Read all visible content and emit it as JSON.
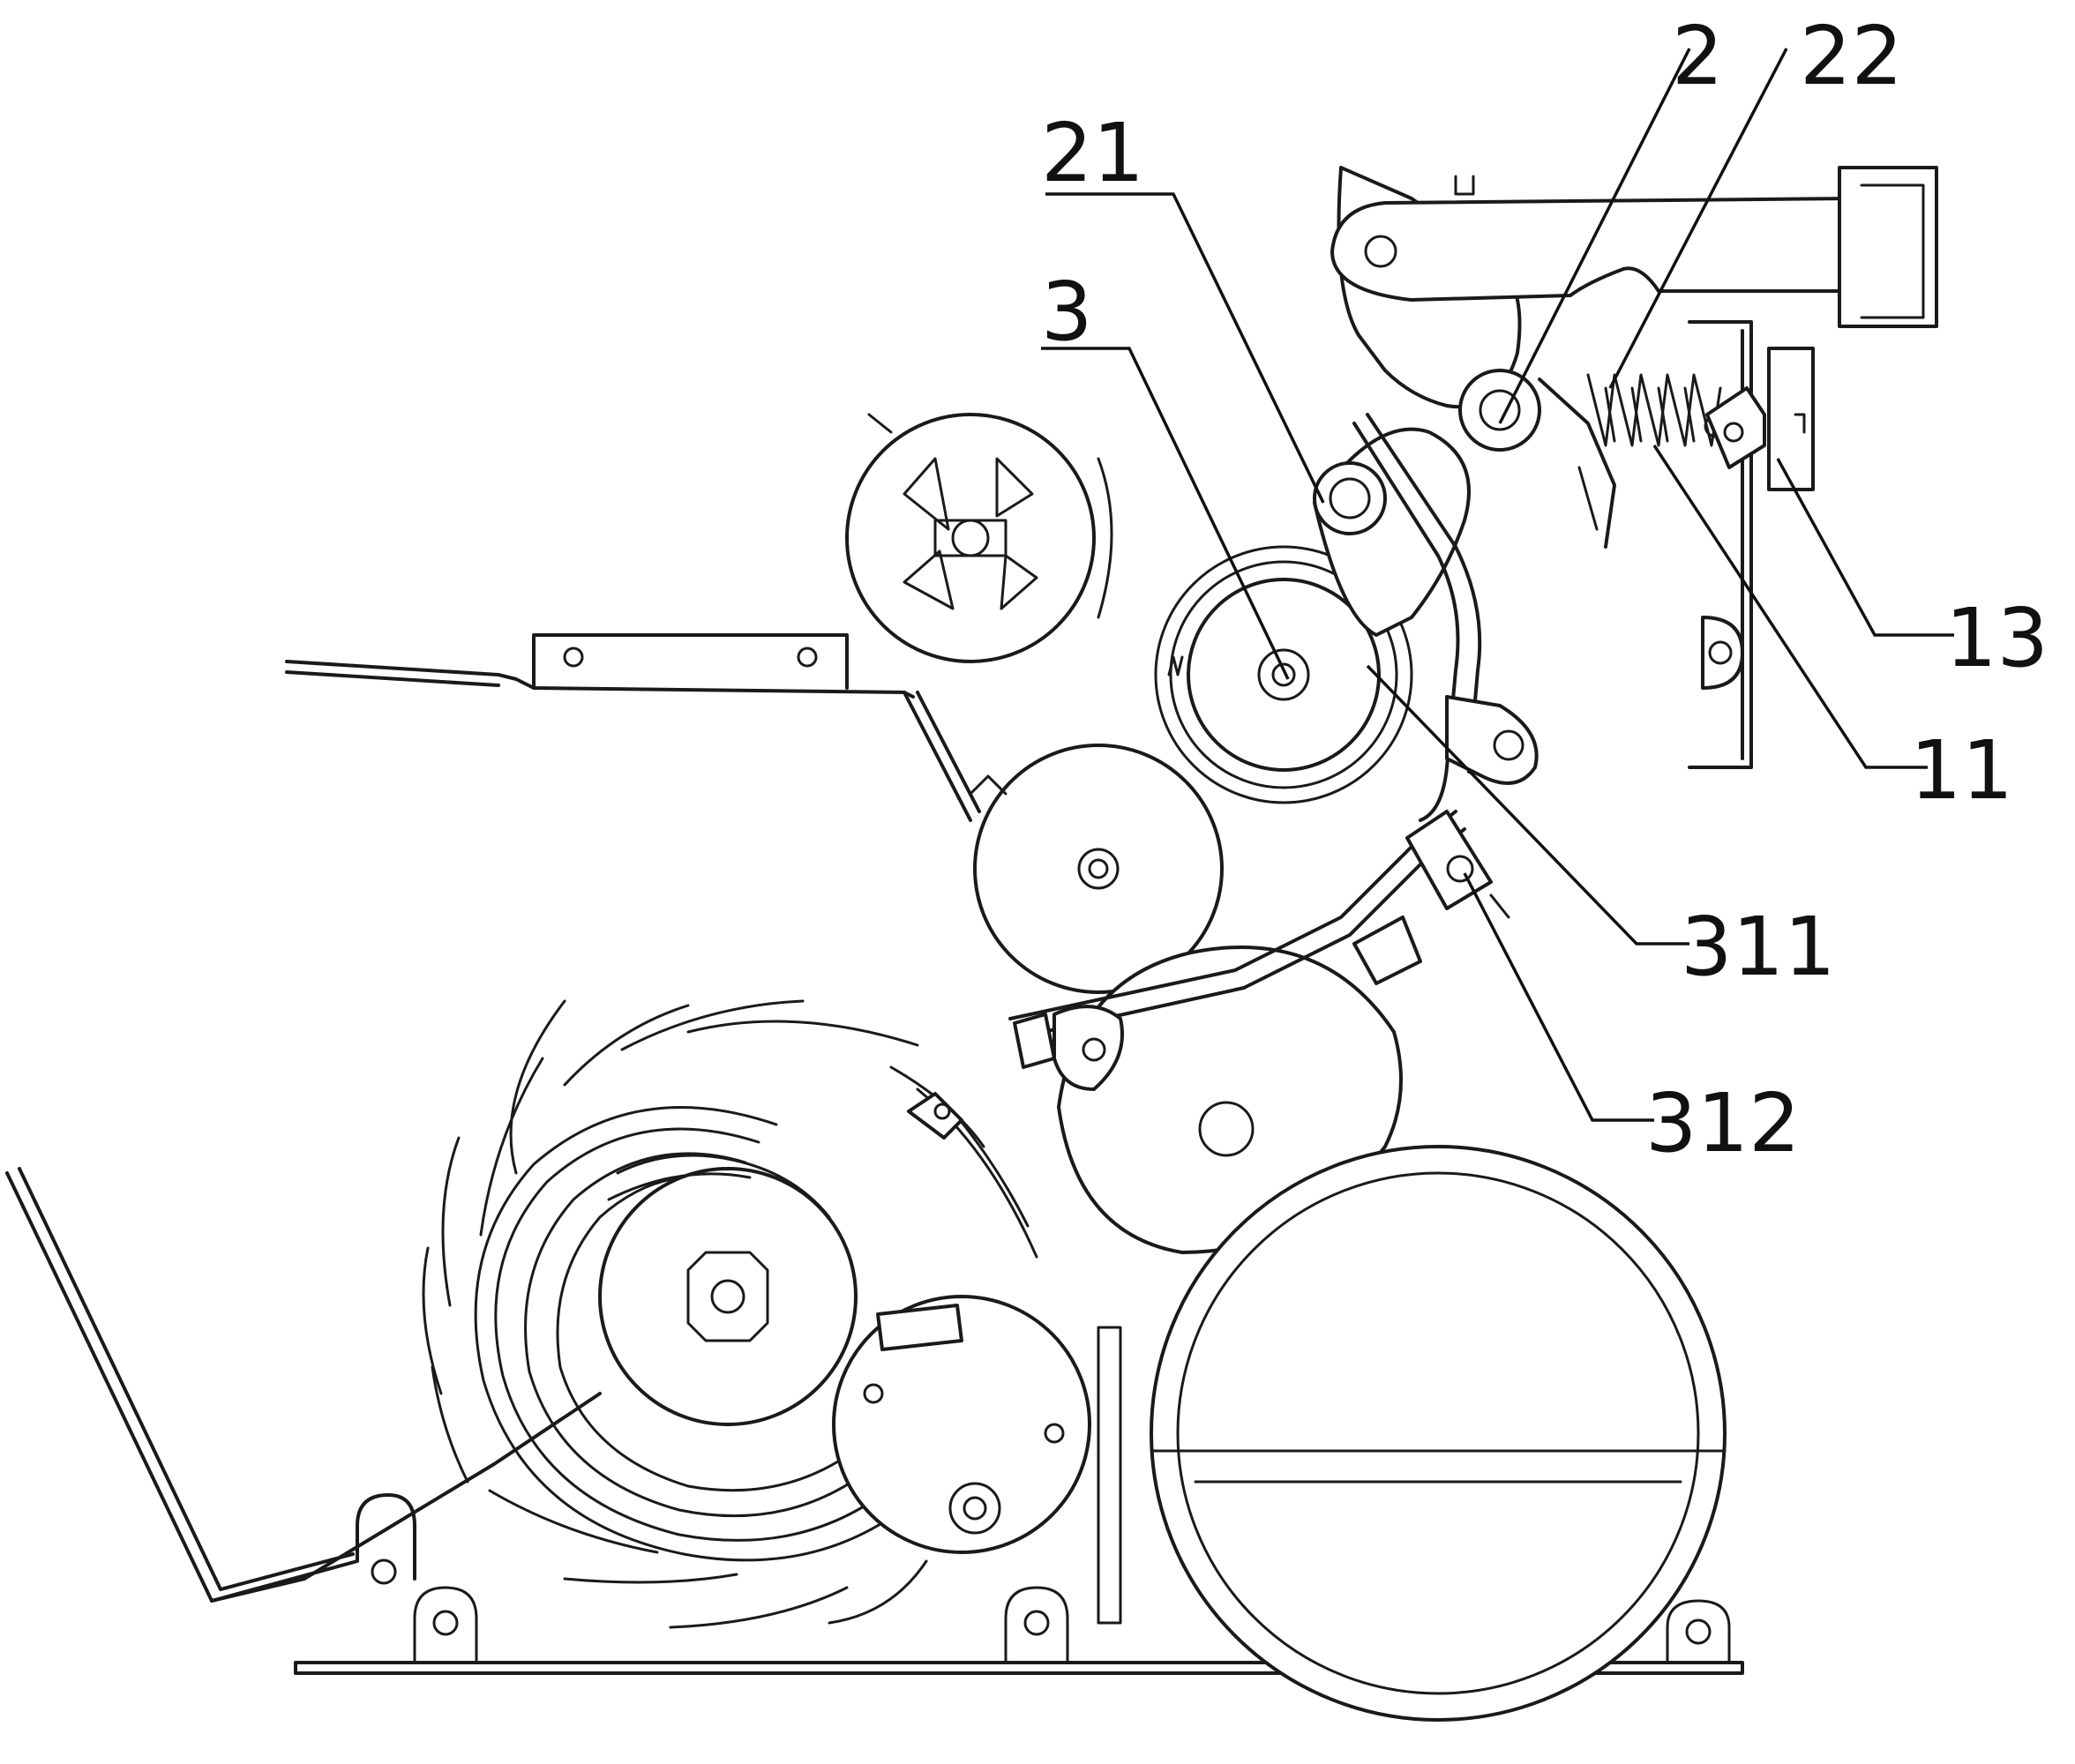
{
  "labels": {
    "l2": "2",
    "l22": "22",
    "l21": "21",
    "l3": "3",
    "l13": "13",
    "l11": "11",
    "l311": "311",
    "l312": "312"
  },
  "colors": {
    "line": "#1a1a1a",
    "background": "#ffffff"
  }
}
